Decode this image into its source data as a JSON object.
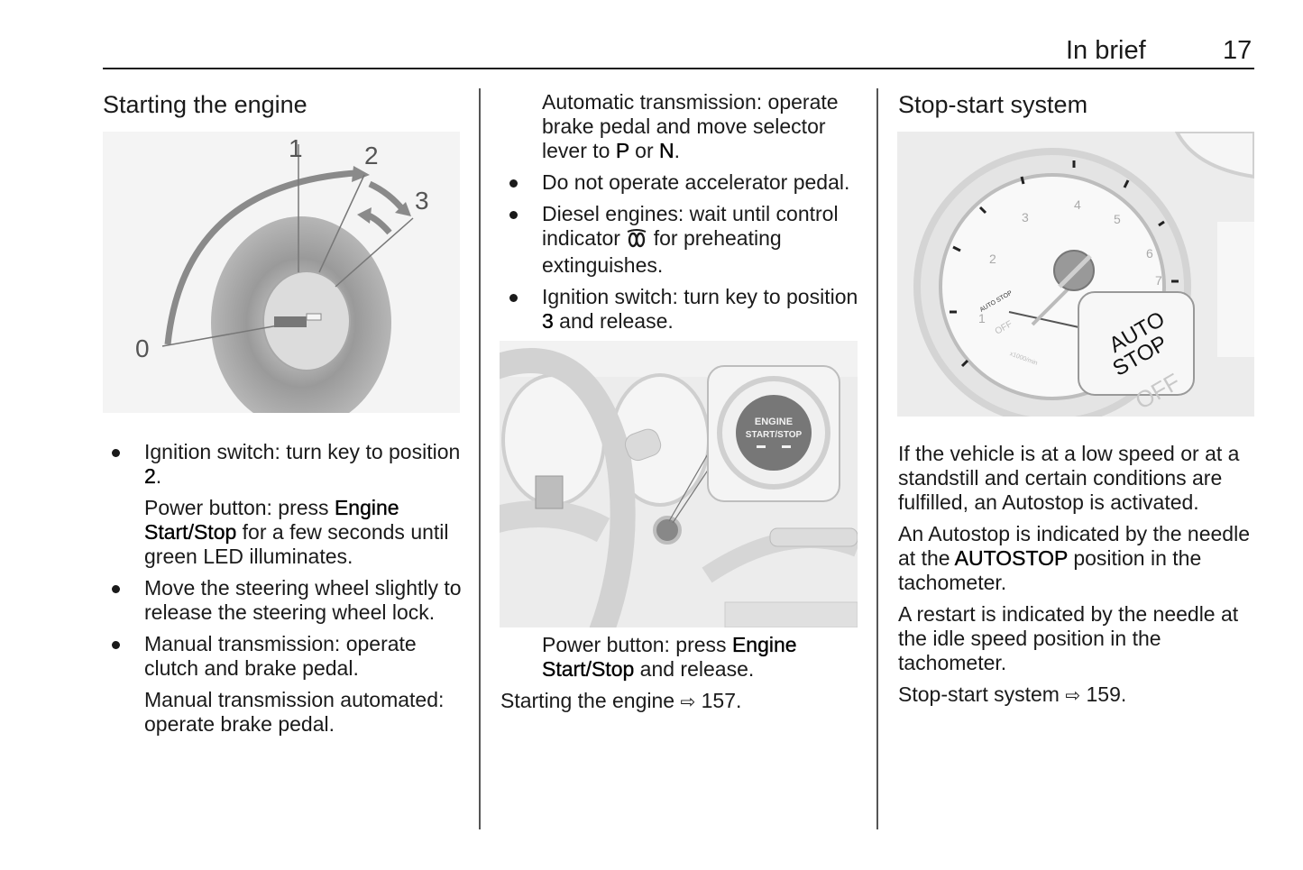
{
  "header": {
    "title": "In brief",
    "page_number": "17"
  },
  "col1": {
    "title": "Starting the engine",
    "figure": {
      "labels": [
        "0",
        "1",
        "2",
        "3"
      ]
    },
    "items": [
      {
        "type": "bullet",
        "text_a": "Ignition switch: turn key to position ",
        "bold": "2",
        "text_b": "."
      },
      {
        "type": "indent",
        "text_a": "Power button: press ",
        "bold": "Engine Start/Stop",
        "text_b": " for a few seconds until green LED illuminates."
      },
      {
        "type": "bullet",
        "text": "Move the steering wheel slightly to release the steering wheel lock."
      },
      {
        "type": "bullet",
        "text": "Manual transmission: operate clutch and brake pedal."
      },
      {
        "type": "indent",
        "text": "Manual transmission automated: operate brake pedal."
      }
    ]
  },
  "col2": {
    "intro": {
      "text_a": "Automatic transmission: operate brake pedal and move selector lever to ",
      "bold1": "P",
      "text_b": " or ",
      "bold2": "N",
      "text_c": "."
    },
    "bullet_accel": "Do not operate accelerator pedal.",
    "bullet_diesel": {
      "text_a": "Diesel engines: wait until control indicator ",
      "icon": "preheat-coil-icon",
      "text_b": " for preheating extinguishes."
    },
    "bullet_ignition": {
      "text_a": "Ignition switch: turn key to position ",
      "bold": "3",
      "text_b": " and release."
    },
    "figure": {
      "button_line1": "ENGINE",
      "button_line2": "START/STOP"
    },
    "power_button": {
      "text_a": "Power button: press ",
      "bold": "Engine Start/Stop",
      "text_b": " and release."
    },
    "reference": {
      "text": "Starting the engine",
      "arrow": "⇨",
      "page": "157."
    }
  },
  "col3": {
    "title": "Stop-start system",
    "figure": {
      "ticks": [
        "1",
        "2",
        "3",
        "4",
        "5",
        "6",
        "7"
      ],
      "small_label": "AUTO STOP",
      "off_label": "OFF",
      "unit_label": "x1000/min",
      "callout_line1": "AUTO",
      "callout_line2": "STOP",
      "callout_off": "OFF"
    },
    "para1": "If the vehicle is at a low speed or at a standstill and certain conditions are fulfilled, an Autostop is activated.",
    "para2": {
      "text_a": "An Autostop is indicated by the needle at the ",
      "bold": "AUTOSTOP",
      "text_b": " position in the tachometer."
    },
    "para3": "A restart is indicated by the needle at the idle speed position in the tachometer.",
    "reference": {
      "text": "Stop-start system",
      "arrow": "⇨",
      "page": "159."
    }
  }
}
